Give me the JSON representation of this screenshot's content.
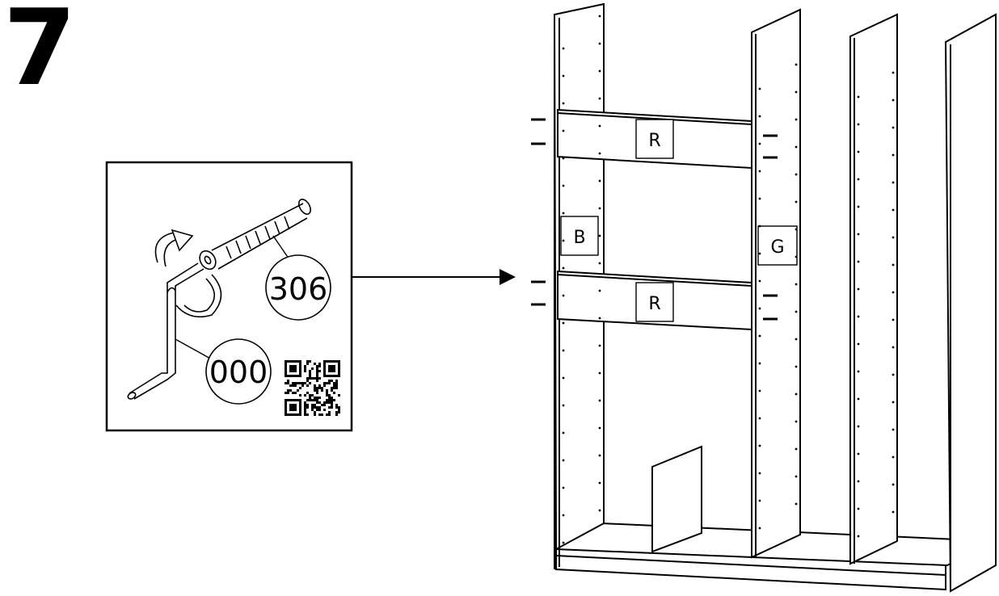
{
  "step": {
    "number": "7"
  },
  "detail_callout": {
    "screw_part_number": "306",
    "tool_part_number": "000",
    "qr_code_icon": "qr-code-icon",
    "rotation_icon": "rotate-clockwise-icon"
  },
  "panel_labels": {
    "shelf_top": "R",
    "shelf_bottom": "R",
    "left_panel": "B",
    "divider_panel": "G"
  },
  "colors": {
    "line": "#000000",
    "background": "#ffffff"
  }
}
